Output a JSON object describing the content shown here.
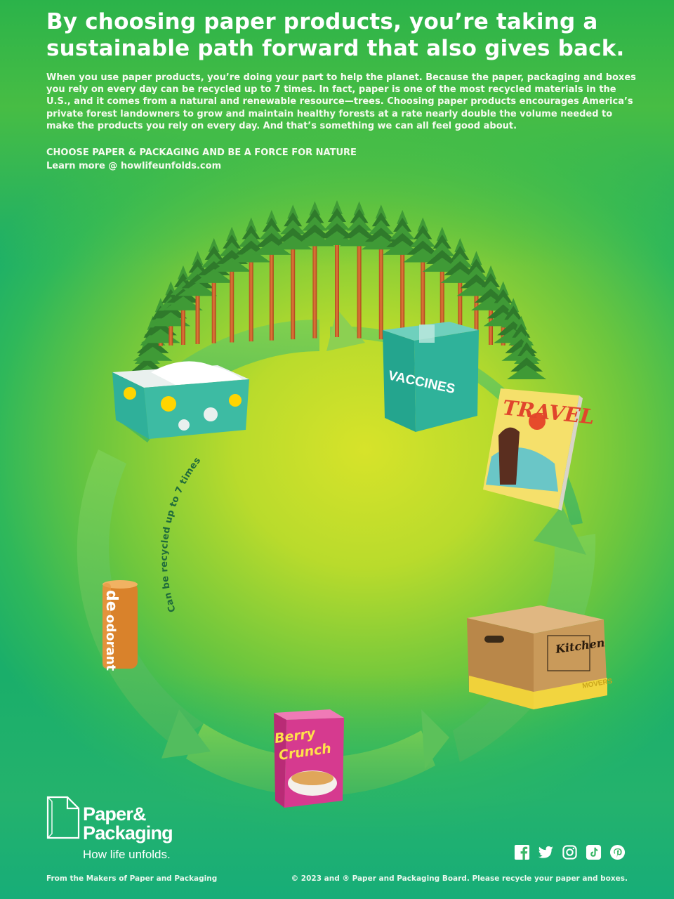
{
  "header": {
    "headline_line1": "By choosing paper products, you’re taking a",
    "headline_line2": "sustainable path forward that also gives back.",
    "body": "When you use paper products, you’re doing your part to help the planet. Because the paper, packaging and boxes you rely on every day can be recycled up to 7 times. In fact, paper is one of the most recycled materials in the U.S., and it comes from a natural and renewable resource—trees. Choosing paper products encourages America’s private forest landowners to grow and maintain healthy forests at a rate nearly double the volume needed to make the products you rely on every day. And that’s something we can all feel good about.",
    "cta_line1": "CHOOSE PAPER & PACKAGING AND BE A FORCE FOR NATURE",
    "cta_line2": "Learn more @ howlifeunfolds.com"
  },
  "illustration": {
    "cycle_label": "Can be recycled up to 7 times",
    "products": [
      {
        "name": "tissue-box"
      },
      {
        "name": "vaccines-box",
        "text": "VACCINES"
      },
      {
        "name": "travel-magazine",
        "text": "TRAVEL"
      },
      {
        "name": "moving-box",
        "text": "Kitchen",
        "stripe_text": "MOVERS"
      },
      {
        "name": "cereal-box",
        "text_line1": "Berry",
        "text_line2": "Crunch"
      },
      {
        "name": "deodorant-tube",
        "text_line1": "de",
        "text_line2": "odorant"
      }
    ]
  },
  "brand": {
    "name_line1": "Paper&",
    "name_line2": "Packaging",
    "tagline": "How life unfolds."
  },
  "social_icons": [
    "facebook-icon",
    "twitter-icon",
    "instagram-icon",
    "tiktok-icon",
    "pinterest-icon"
  ],
  "footer": {
    "left": "From the Makers of Paper and Packaging",
    "right": "© 2023 and ® Paper and Packaging Board. Please recycle your paper and boxes."
  },
  "colors": {
    "arrow": "#5cc15a",
    "tissue_teal": "#37b59c",
    "vaccines_teal": "#2fb29a",
    "cardboard": "#c99a5a",
    "cereal_pink": "#d63a8f",
    "deodorant_orange": "#d9822b"
  }
}
